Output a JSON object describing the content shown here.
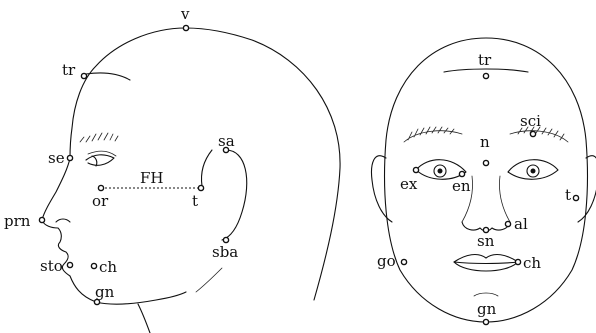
{
  "profile": {
    "landmarks": {
      "v": "v",
      "tr": "tr",
      "se": "se",
      "or": "or",
      "fh": "FH",
      "t": "t",
      "sa": "sa",
      "sba": "sba",
      "prn": "prn",
      "sto": "sto",
      "ch": "ch",
      "gn": "gn"
    }
  },
  "frontal": {
    "landmarks": {
      "tr": "tr",
      "sci": "sci",
      "n": "n",
      "ex": "ex",
      "en": "en",
      "t": "t",
      "al": "al",
      "sn": "sn",
      "go": "go",
      "ch": "ch",
      "gn": "gn"
    }
  }
}
